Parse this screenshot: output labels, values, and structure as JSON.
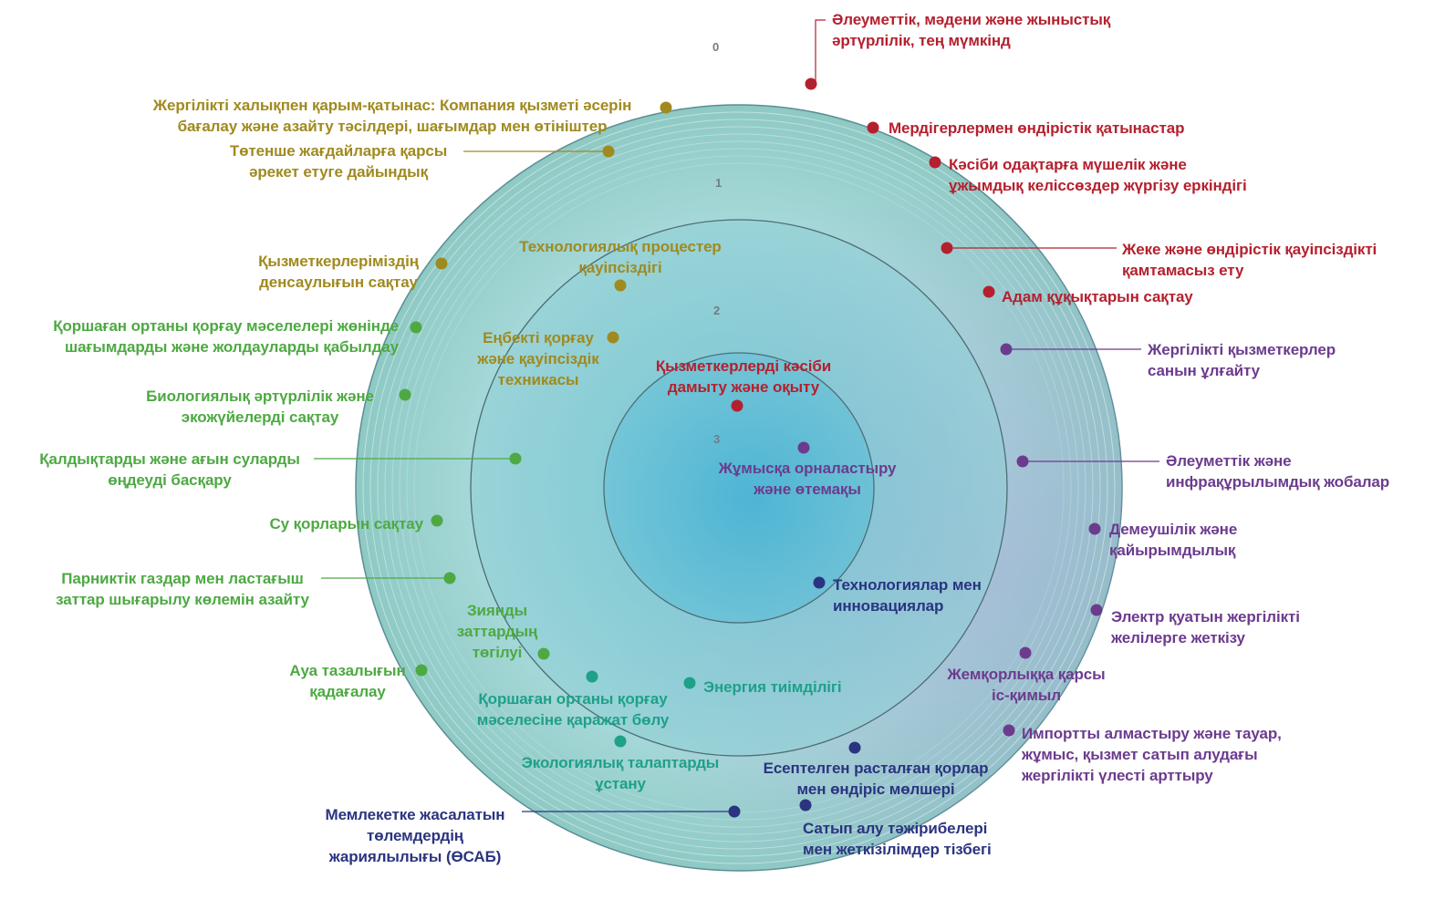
{
  "colors": {
    "red": "#b5202e",
    "olive": "#a08a1f",
    "green": "#4ea943",
    "teal": "#1fa089",
    "purple": "#6c3b8e",
    "navy": "#2a3480"
  },
  "ring_numbers": [
    "0",
    "1",
    "2",
    "3"
  ],
  "labels": {
    "l01": "Әлеуметтік, мәдени және жыныстық\nәртүрлілік, тең мүмкінд",
    "l02": "Мердігерлермен өндірістік қатынастар",
    "l03": "Кәсіби одақтарға мүшелік және\nұжымдық келіссөздер жүргізу еркіндігі",
    "l04": "Жеке және өндірістік қауіпсіздікті\nқамтамасыз ету",
    "l05": "Адам құқықтарын сақтау",
    "l06": "Жергілікті қызметкерлер\nсанын ұлғайту",
    "l07": "Әлеуметтік және\nинфрақұрылымдық жобалар",
    "l08": "Демеушілік және\nқайырымдылық",
    "l09": "Электр қуатын жергілікті\nжелілерге жеткізу",
    "l10": "Жемқорлыққа қарсы\nіс-қимыл",
    "l11": "Импортты алмастыру және тауар,\nжұмыс, қызмет сатып алудағы\nжергілікті үлесті арттыру",
    "l12": "Жергілікті халықпен қарым-қатынас: Компания қызметі әсерін\nбағалау және азайту тәсілдері, шағымдар мен өтініштер",
    "l13": "Төтенше жағдайларға қарсы\nәрекет етуге дайындық",
    "l14": "Қызметкерлеріміздің\nденсаулығын сақтау",
    "l15": "Қоршаған ортаны қорғау мәселелері жөнінде\nшағымдарды және жолдауларды қабылдау",
    "l16": "Биологиялық әртүрлілік және\nэкожүйелерді сақтау",
    "l17": "Қалдықтарды және ағын суларды\nөңдеуді басқару",
    "l18": "Су қорларын сақтау",
    "l19": "Парниктік газдар мен ластағыш\nзаттар шығарылу көлемін азайту",
    "l20": "Ауа тазалығын\nқадағалау",
    "l21": "Технологиялық процестер\nқауіпсіздігі",
    "l22": "Еңбекті қорғау\nжәне қауіпсіздік\nтехникасы",
    "l23": "Қызметкерлерді кәсіби\nдамыту және оқыту",
    "l24": "Жұмысқа орналастыру\nжәне өтемақы",
    "l25": "Технологиялар мен\nинновациялар",
    "l26": "Зиянды\nзаттардың\nтөгілуі",
    "l27": "Энергия тиімділігі",
    "l28": "Қоршаған ортаны қорғау\nмәселесіне қаражат бөлу",
    "l29": "Экологиялық талаптарды\nұстану",
    "l30": "Есептелген расталған қорлар\nмен өндіріс мөлшері",
    "l31": "Мемлекетке жасалатын\nтөлемдердің\nжариялылығы (ӨСАБ)",
    "l32": "Сатып алу тәжірибелері\nмен жеткізілімдер тізбегі"
  }
}
